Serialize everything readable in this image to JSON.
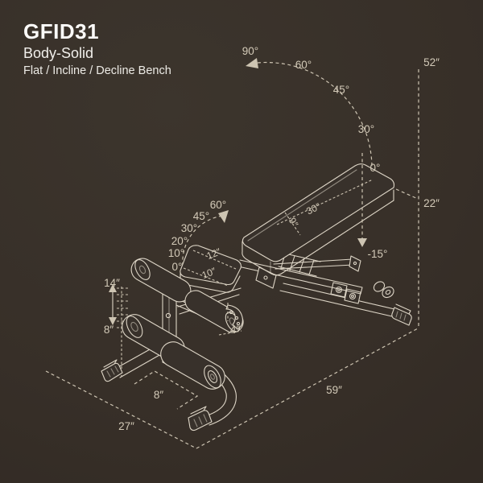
{
  "colors": {
    "background_center": "#3c352d",
    "background_edge": "#2d2620",
    "line_art": "#ddd5c6",
    "annotation": "#cdc4b2",
    "title_text": "#f7f5f2"
  },
  "header": {
    "model": "GFID31",
    "brand": "Body-Solid",
    "product": "Flat / Incline / Decline Bench"
  },
  "backrest_angles": {
    "a90": "90°",
    "a60": "60°",
    "a45": "45°",
    "a30": "30°",
    "a0": "0°",
    "decline": "-15°"
  },
  "seat_angles": {
    "a60": "60°",
    "a45": "45°",
    "a30": "30°",
    "a20": "20°",
    "a10": "10°",
    "a0": "0°"
  },
  "dimensions": {
    "overall_height": "52″",
    "pad_height": "22″",
    "overall_length": "59″",
    "overall_width": "27″",
    "back_pad_length": "30″",
    "back_pad_width": "9″",
    "seat_pad_length": "12″",
    "seat_pad_width": "10″",
    "roller_max_height": "14″",
    "roller_min_height": "8″",
    "base_tube_spacing": "8″",
    "roller_adjustment": "4″"
  }
}
